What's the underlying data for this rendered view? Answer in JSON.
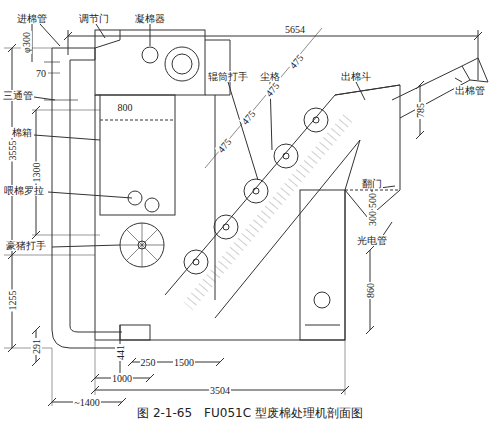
{
  "diagram": {
    "caption": "图 2-1-65　FU051C 型废棉处理机剖面图",
    "labels": [
      "进棉管",
      "调节门",
      "凝棉器",
      "5654",
      "φ300",
      "70",
      "三通管",
      "棉箱",
      "1300",
      "3555",
      "800",
      "喂棉罗拉",
      "1255",
      "豪猪打手",
      "291",
      "441",
      "250",
      "1500",
      "1000",
      "3504",
      "~1400",
      "辊筒打手",
      "尘格",
      "出棉斗",
      "出棉管",
      "475",
      "475",
      "475",
      "475",
      "785",
      "翻门",
      "500",
      "300",
      "光电管",
      "860"
    ]
  }
}
